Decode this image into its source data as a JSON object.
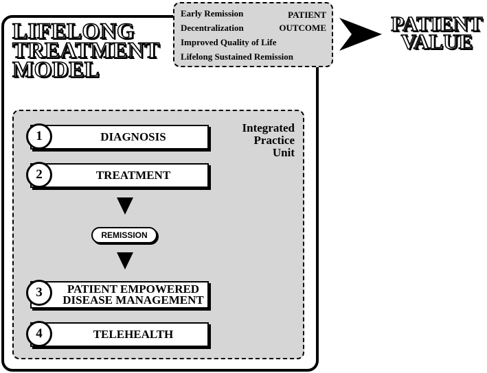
{
  "model": {
    "title": "LIFELONG\nTREATMENT\nMODEL"
  },
  "outcome": {
    "items": [
      "Early Remission",
      "Decentralization",
      "Improved Quality of Life",
      "Lifelong Sustained Remission"
    ],
    "label": "PATIENT\nOUTCOME"
  },
  "value": {
    "title": "PATIENT\nVALUE"
  },
  "ipu": {
    "label": "Integrated\nPractice\nUnit",
    "steps": [
      {
        "number": "1",
        "label": "DIAGNOSIS"
      },
      {
        "number": "2",
        "label": "TREATMENT"
      },
      {
        "number": "3",
        "label": "PATIENT EMPOWERED\nDISEASE MANAGEMENT"
      },
      {
        "number": "4",
        "label": "TELEHEALTH"
      }
    ],
    "remission": "REMISSION"
  }
}
